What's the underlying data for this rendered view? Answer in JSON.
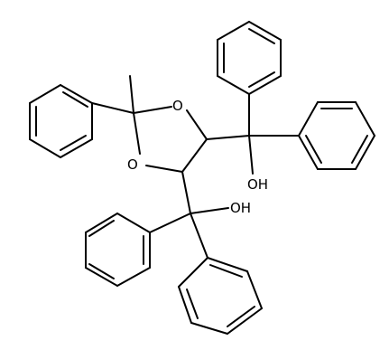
{
  "molecule": {
    "atom_labels": {
      "ring_oxygen_top": "O",
      "ring_oxygen_bottom": "O",
      "hydroxyl_right": "OH",
      "hydroxyl_lower": "OH"
    },
    "colors": {
      "bond": "#000000",
      "text": "#000000",
      "background": "#ffffff"
    }
  }
}
